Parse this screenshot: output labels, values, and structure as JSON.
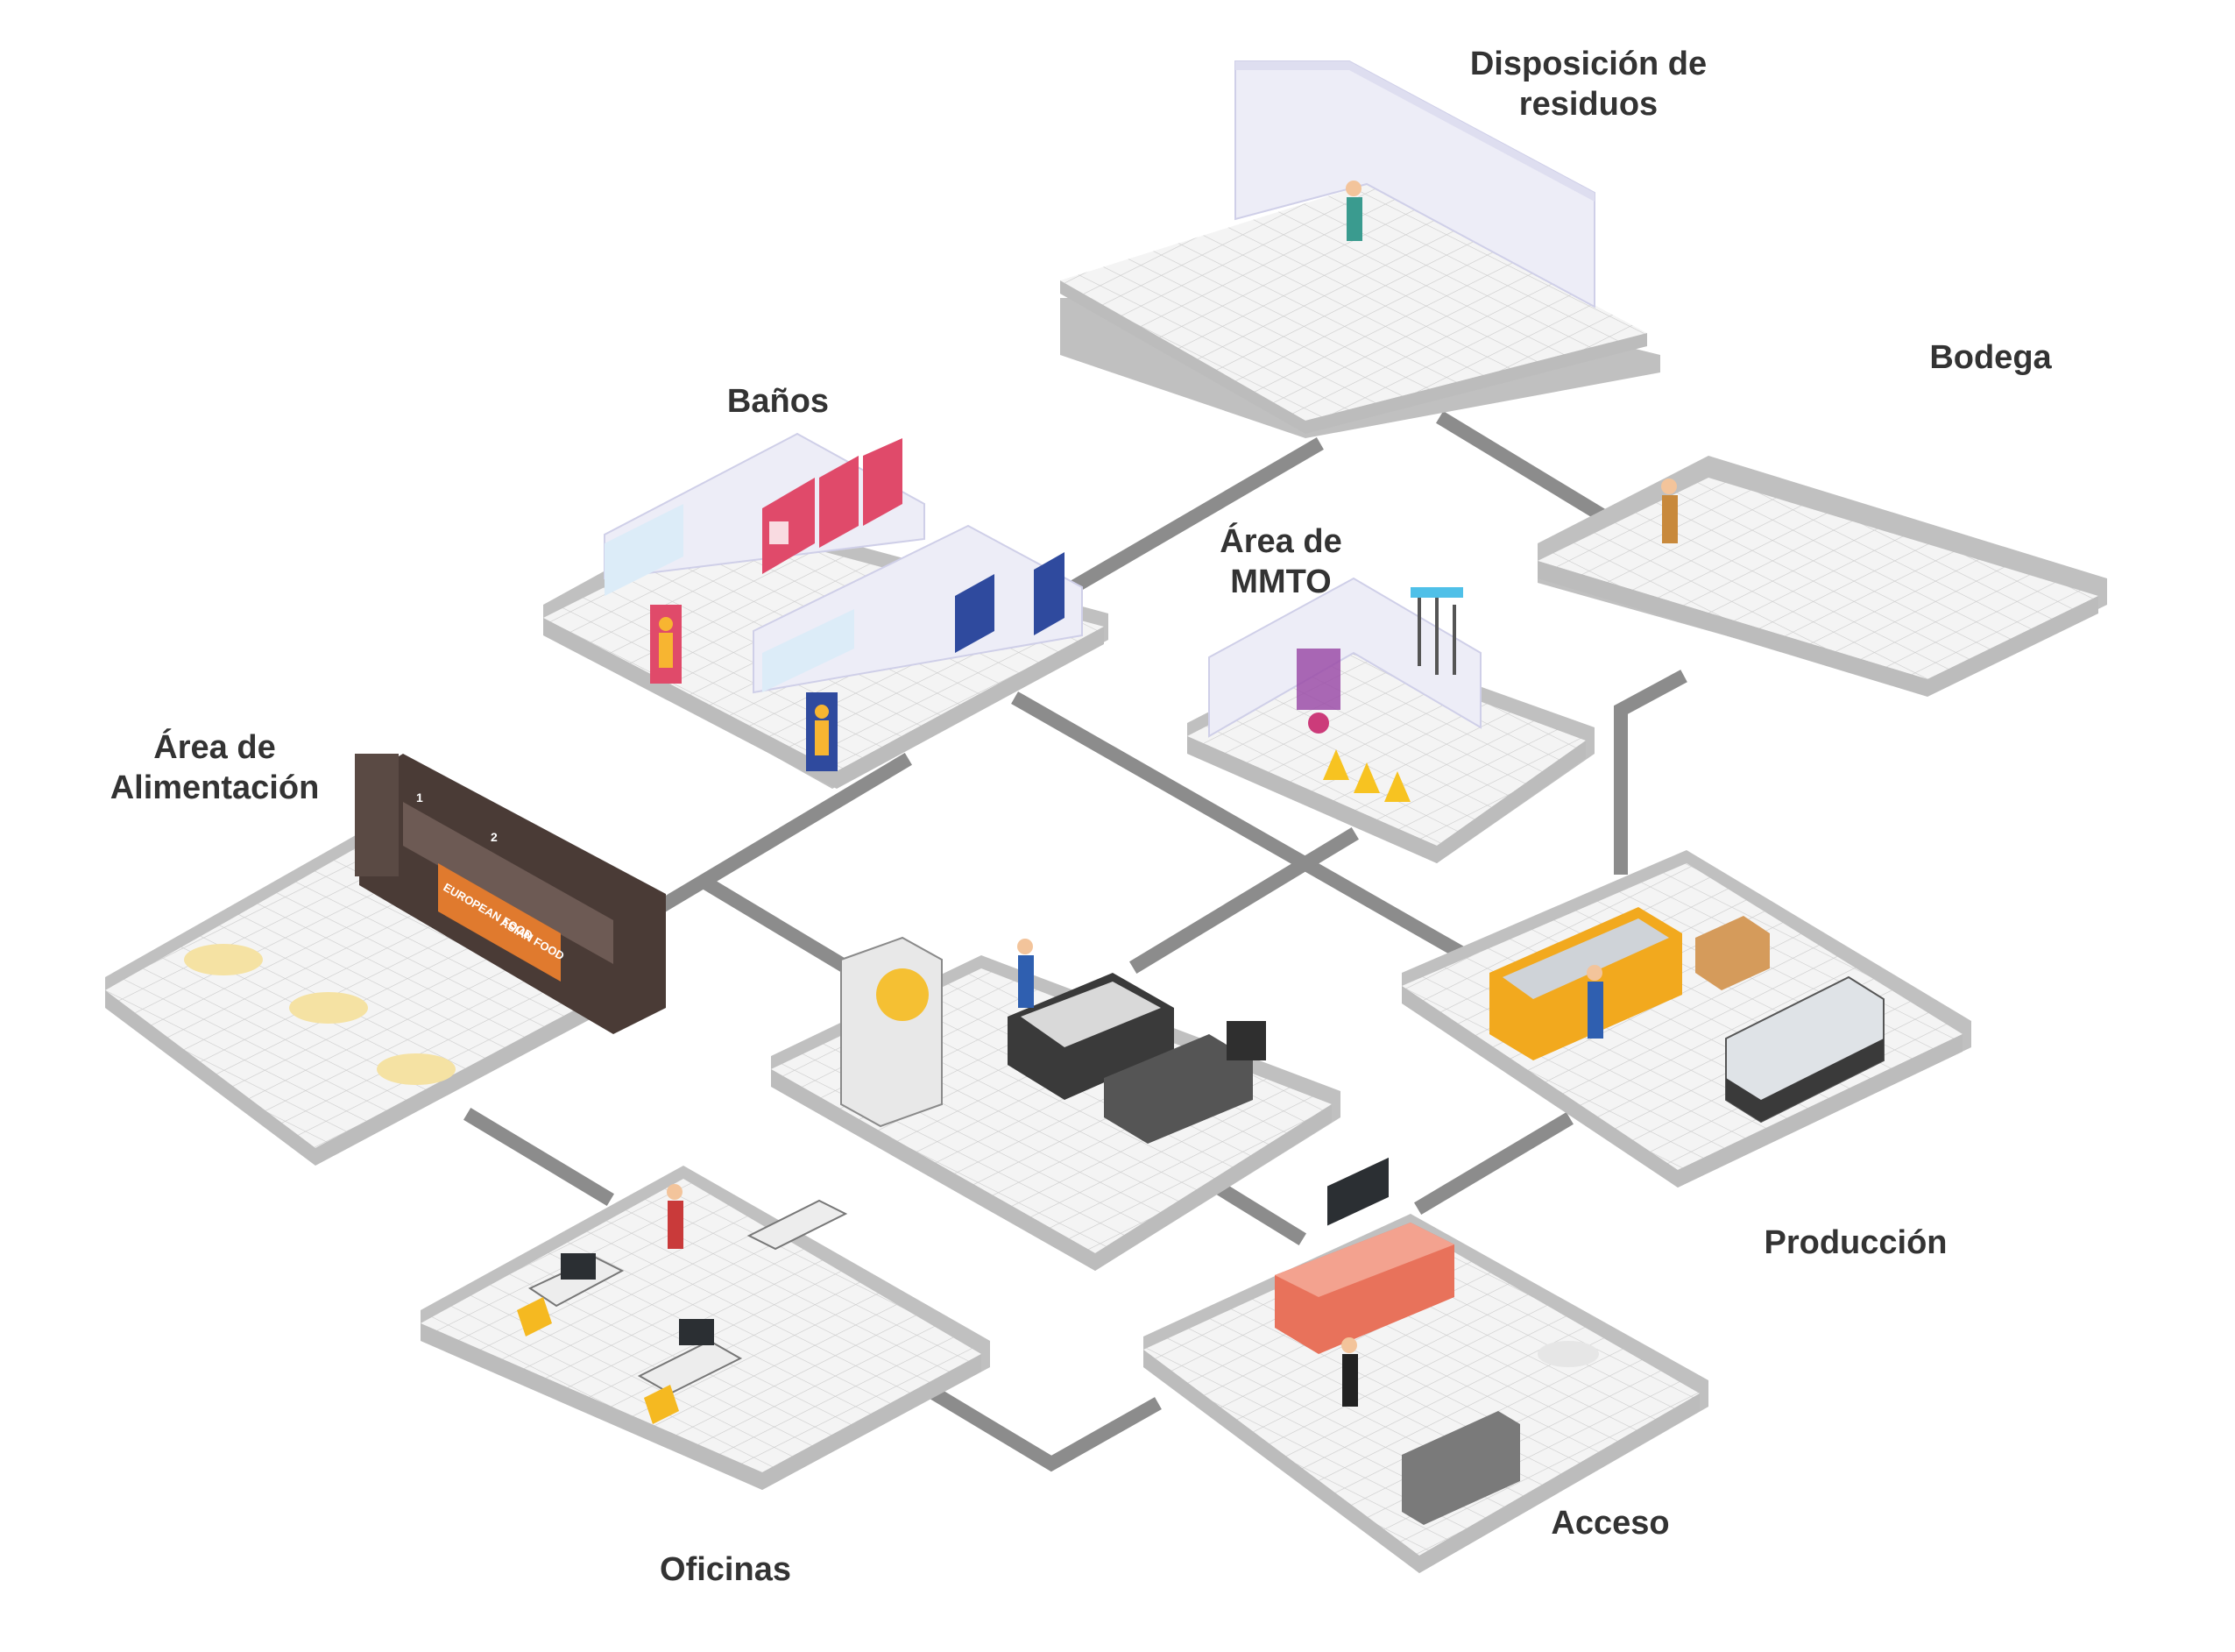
{
  "diagram": {
    "labels": {
      "residuos": "Disposición de\nresiduos",
      "bodega": "Bodega",
      "banos": "Baños",
      "mmto": "Área de\nMMTO",
      "alimentacion": "Área de\nAlimentación",
      "produccion": "Producción",
      "acceso": "Acceso",
      "oficinas": "Oficinas"
    },
    "signs": {
      "european_food": "EUROPEAN FOOD",
      "asian_food": "ASIAN FOOD",
      "counter_1": "1",
      "counter_2": "2"
    },
    "colors": {
      "connector": "#8c8c8c",
      "floor_tile": "#f2f2f2",
      "floor_grid": "#cfcfcf",
      "platform_side": "#bdbdbd",
      "wall": "#eeeef8",
      "wall_band": "#8f8f8f",
      "label_text": "#333333"
    },
    "icons": [
      "waste-bin-icon",
      "shelf-rack-icon",
      "pallet-jack-icon",
      "toilet-stall-icon",
      "wheelchair-icon",
      "woman-sign-icon",
      "man-sign-icon",
      "mop-icon",
      "caution-sign-icon",
      "food-counter-icon",
      "press-machine-icon",
      "cnc-machine-icon",
      "conveyor-icon",
      "lathe-icon",
      "reception-desk-icon",
      "sofa-icon",
      "monitor-icon",
      "desk-icon",
      "worker-icon"
    ]
  }
}
